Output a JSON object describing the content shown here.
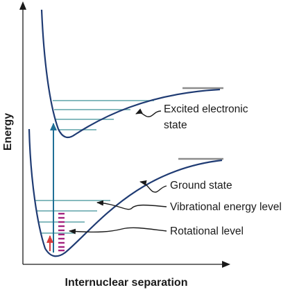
{
  "axes": {
    "y_label": "Energy",
    "x_label": "Internuclear separation"
  },
  "labels": {
    "excited_line1": "Excited electronic",
    "excited_line2": "state",
    "ground": "Ground state",
    "vibrational": "Vibrational energy level",
    "rotational": "Rotational level"
  },
  "colors": {
    "curve": "#1f3b73",
    "vibrational": "#5fa3a8",
    "rotational": "#a4237e",
    "transition_arrow": "#1f6f96",
    "rotational_arrow": "#d63a3a",
    "dissociation": "#8c8c8c",
    "text": "#1a1a1a"
  }
}
